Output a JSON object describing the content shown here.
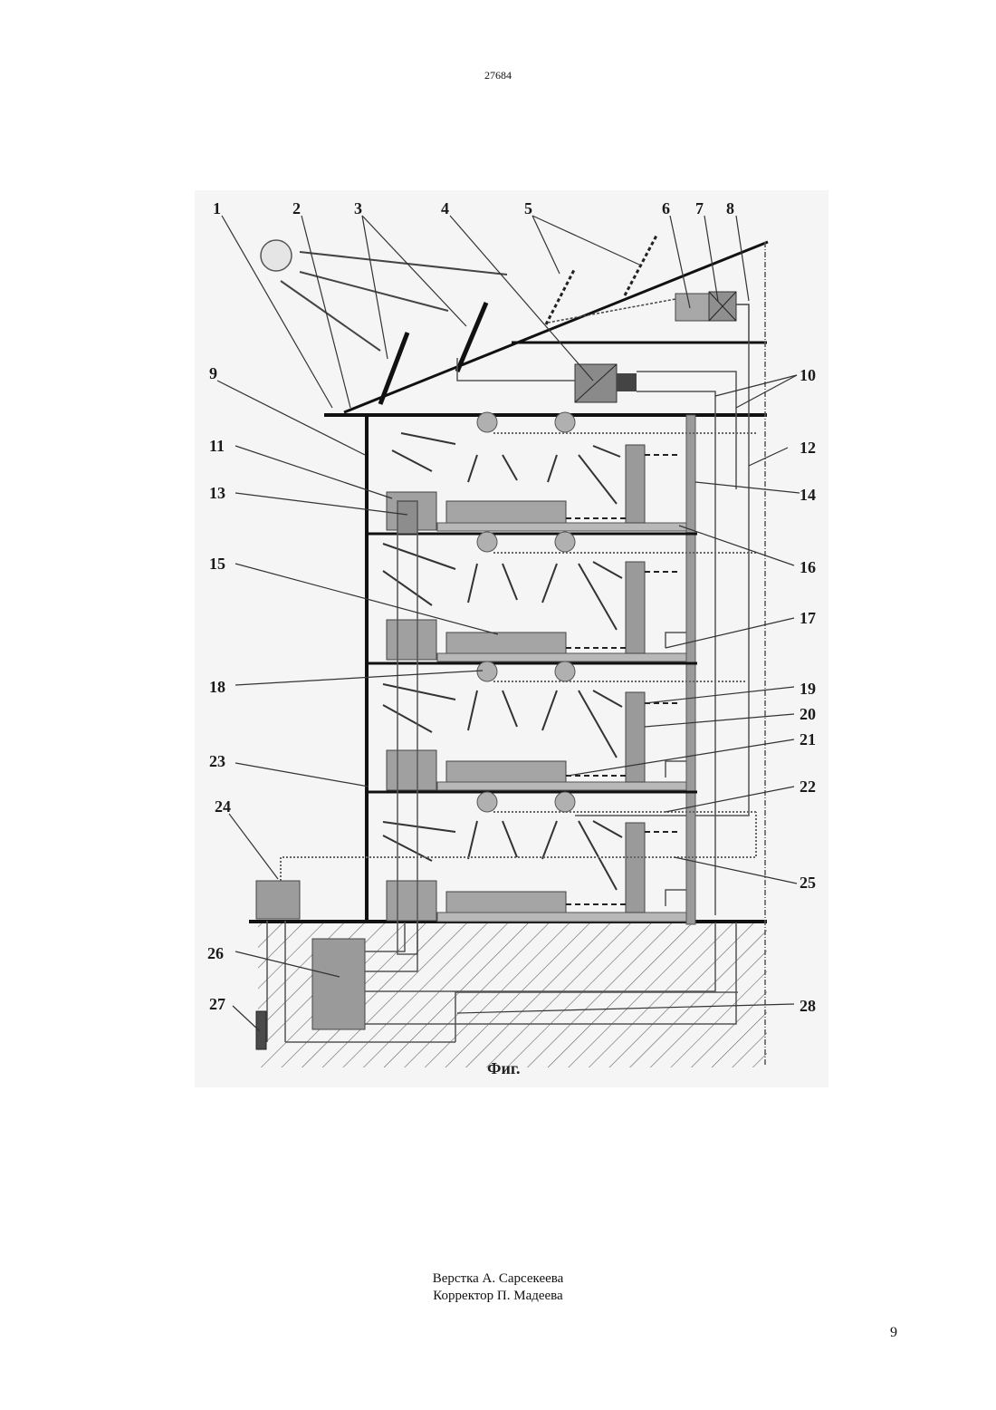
{
  "header": {
    "doc_number": "27684"
  },
  "figure": {
    "caption": "Фиг.",
    "callouts": [
      "1",
      "2",
      "3",
      "4",
      "5",
      "6",
      "7",
      "8",
      "9",
      "10",
      "11",
      "12",
      "13",
      "14",
      "15",
      "16",
      "17",
      "18",
      "19",
      "20",
      "21",
      "22",
      "23",
      "24",
      "25",
      "26",
      "27",
      "28"
    ]
  },
  "footer": {
    "layout_credit": "Верстка А. Сарсекеева",
    "proof_credit": "Корректор П. Мадеева",
    "page_number": "9"
  }
}
